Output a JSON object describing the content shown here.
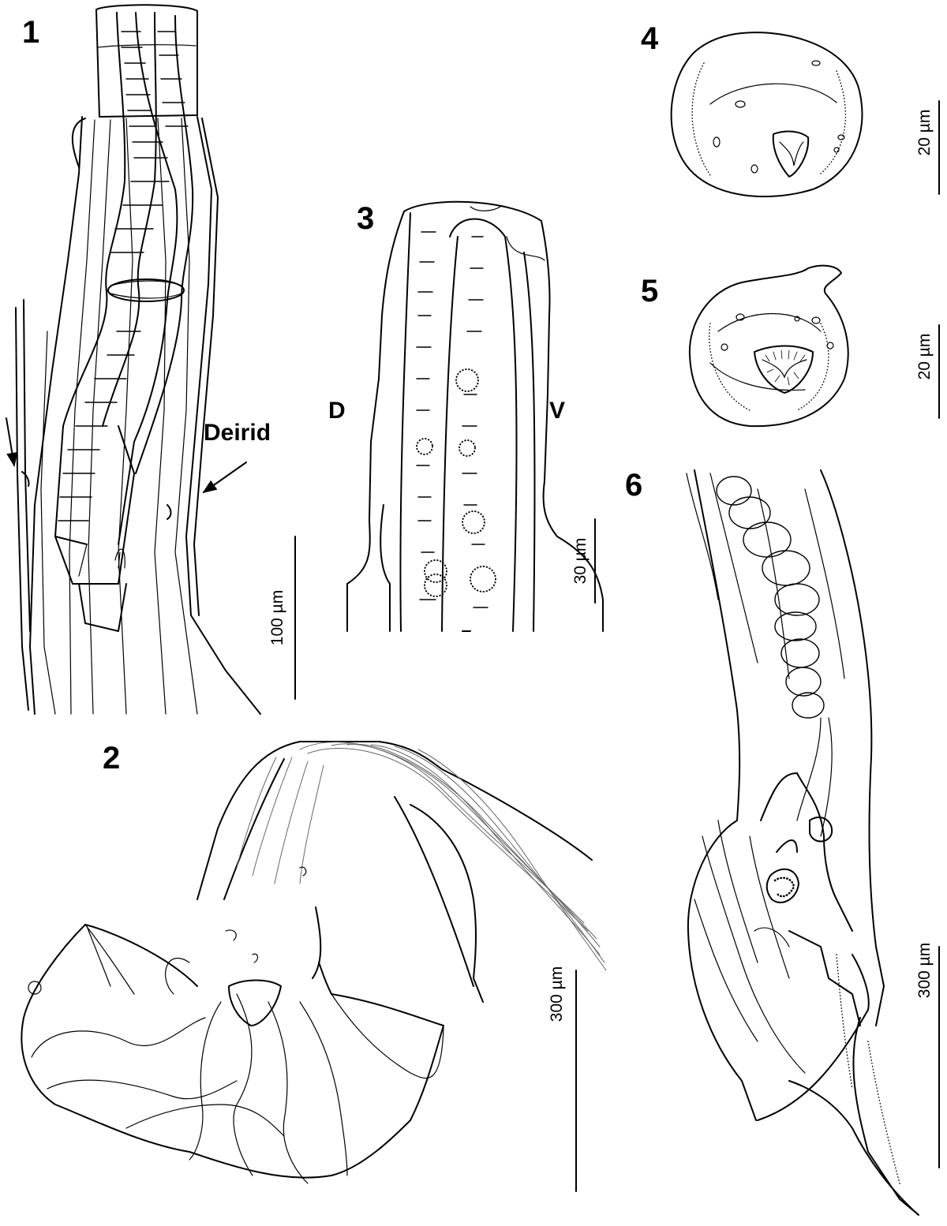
{
  "figures": [
    {
      "number": "1",
      "scale_bar": "100 µm",
      "annotation": "Deirid"
    },
    {
      "number": "2",
      "scale_bar": "300 µm"
    },
    {
      "number": "3",
      "scale_bar": "30 µm",
      "dorsal_label": "D",
      "ventral_label": "V"
    },
    {
      "number": "4",
      "scale_bar": "20 µm"
    },
    {
      "number": "5",
      "scale_bar": "20 µm"
    },
    {
      "number": "6",
      "scale_bar": "300 µm"
    }
  ]
}
